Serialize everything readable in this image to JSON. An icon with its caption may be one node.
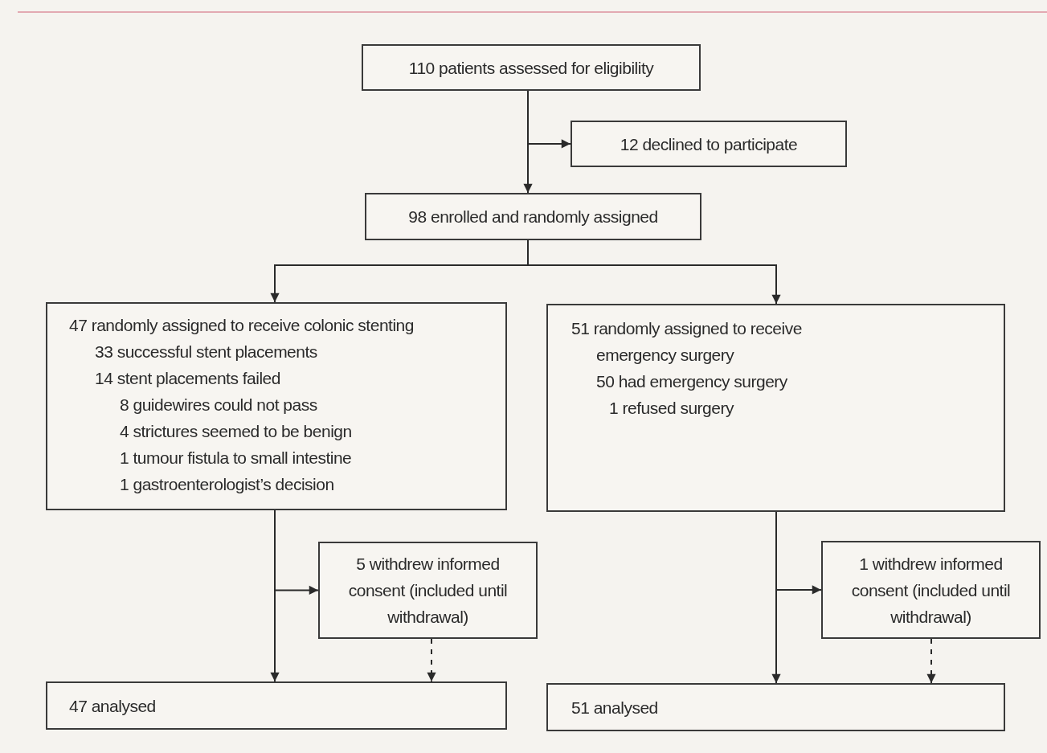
{
  "diagram": {
    "nodes": [
      {
        "text": [
          "110 patients assessed for eligibility"
        ]
      },
      {
        "text": [
          "12 declined to participate"
        ]
      },
      {
        "text": [
          "98 enrolled and randomly assigned"
        ]
      },
      {
        "text": [
          "47 randomly assigned to receive colonic stenting",
          "33 successful stent placements",
          "14 stent placements failed",
          "8 guidewires could not pass",
          "4 strictures seemed to be benign",
          "1 tumour fistula to small intestine",
          "1 gastroenterologist’s decision"
        ]
      },
      {
        "text": [
          "51 randomly assigned to receive emergency surgery",
          "50 had emergency surgery",
          "1 refused surgery"
        ]
      },
      {
        "text": [
          "5 withdrew informed consent (included until withdrawal)"
        ]
      },
      {
        "text": [
          "1 withdrew informed consent (included until withdrawal)"
        ]
      },
      {
        "text": [
          "47 analysed"
        ]
      },
      {
        "text": [
          "51 analysed"
        ]
      }
    ],
    "edges": [
      {
        "from": 0,
        "to": 2,
        "arrow": "to"
      },
      {
        "from": 0,
        "to": 1,
        "arrow": "to"
      },
      {
        "from": 2,
        "to": 3,
        "arrow": "to"
      },
      {
        "from": 2,
        "to": 4,
        "arrow": "to"
      },
      {
        "from": 3,
        "to": 7,
        "arrow": "to"
      },
      {
        "from": 3,
        "to": 5,
        "arrow": "to"
      },
      {
        "from": 5,
        "to": 7,
        "arrow": "to",
        "style": "dashed"
      },
      {
        "from": 4,
        "to": 8,
        "arrow": "to"
      },
      {
        "from": 4,
        "to": 6,
        "arrow": "to"
      },
      {
        "from": 6,
        "to": 8,
        "arrow": "to",
        "style": "dashed"
      }
    ]
  }
}
